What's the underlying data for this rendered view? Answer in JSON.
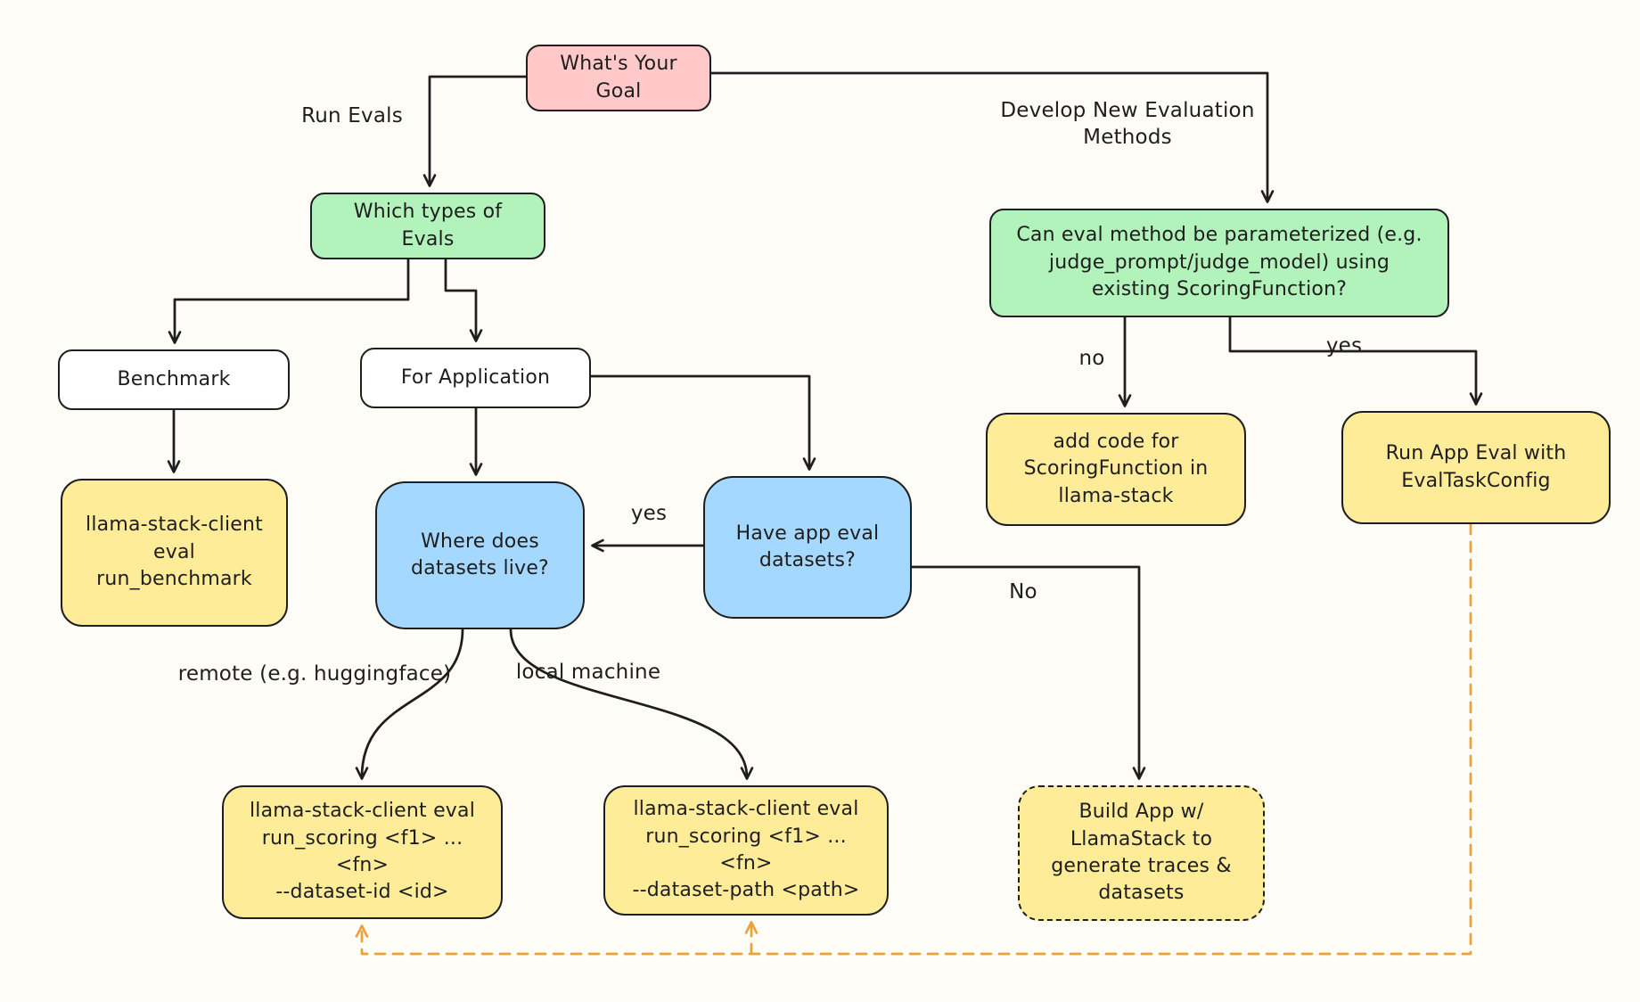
{
  "palette": {
    "background": "#fdfcf6",
    "stroke": "#1e1e1e",
    "pink": "#ffc9c9",
    "green": "#b2f2bb",
    "yellow": "#ffec99",
    "blue": "#a5d8ff",
    "white": "#ffffff",
    "orange_dashed": "#e8a33d"
  },
  "nodes": {
    "goal": {
      "label": "What's Your\nGoal",
      "fill": "pink"
    },
    "which_evals": {
      "label": "Which types of\nEvals",
      "fill": "green"
    },
    "param_question": {
      "label": "Can eval method be parameterized (e.g.\njudge_prompt/judge_model) using\nexisting ScoringFunction?",
      "fill": "green"
    },
    "benchmark": {
      "label": "Benchmark",
      "fill": "white"
    },
    "for_application": {
      "label": "For Application",
      "fill": "white"
    },
    "run_benchmark": {
      "label": "llama-stack-client\neval run_benchmark",
      "fill": "yellow"
    },
    "where_datasets": {
      "label": "Where does\ndatasets live?",
      "fill": "blue"
    },
    "have_datasets": {
      "label": "Have app eval\ndatasets?",
      "fill": "blue"
    },
    "add_code": {
      "label": "add code for\nScoringFunction in\nllama-stack",
      "fill": "yellow"
    },
    "run_app_eval": {
      "label": "Run App Eval with\nEvalTaskConfig",
      "fill": "yellow"
    },
    "run_scoring_id": {
      "label": "llama-stack-client eval\nrun_scoring <f1> ... <fn>\n--dataset-id <id>",
      "fill": "yellow"
    },
    "run_scoring_path": {
      "label": "llama-stack-client eval\nrun_scoring <f1> ... <fn>\n--dataset-path <path>",
      "fill": "yellow"
    },
    "build_app": {
      "label": "Build App w/\nLlamaStack to\ngenerate traces &\ndatasets",
      "fill": "yellow",
      "border": "dashed"
    }
  },
  "edge_labels": {
    "run_evals": "Run Evals",
    "develop_new": "Develop New Evaluation\nMethods",
    "no_param": "no",
    "yes_param": "yes",
    "yes_have_datasets": "yes",
    "no_have_datasets": "No",
    "remote": "remote (e.g. huggingface)",
    "local": "local machine"
  }
}
